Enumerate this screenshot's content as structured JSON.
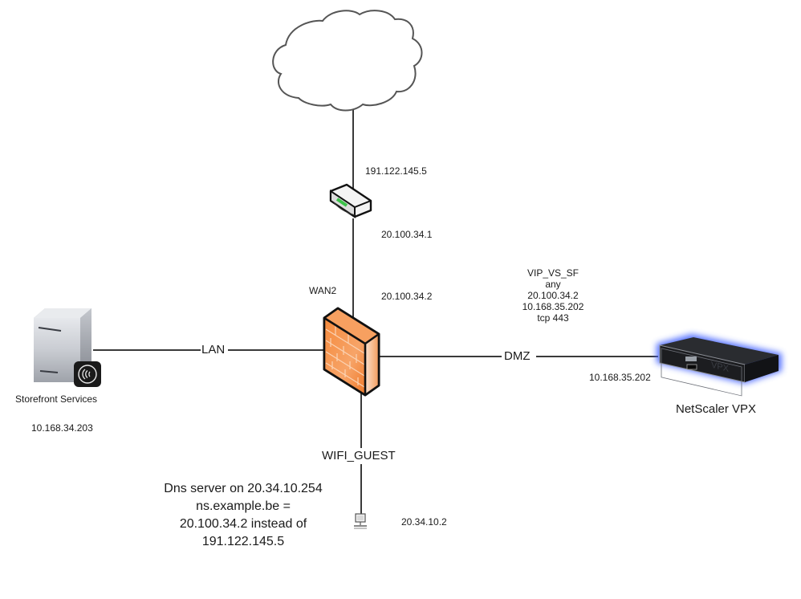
{
  "diagram": {
    "nodes": {
      "internet": {
        "label": "",
        "icon": "cloud-icon"
      },
      "router": {
        "icon": "router-icon",
        "ip_top": "191.122.145.5",
        "ip_bottom": "20.100.34.1"
      },
      "firewall": {
        "icon": "firewall-icon",
        "wan_label": "WAN2",
        "wan_ip": "20.100.34.2"
      },
      "storefront": {
        "icon": "server-icon",
        "badge_icon": "citrix-receiver-icon",
        "name": "Storefront Services",
        "ip": "10.168.34.203"
      },
      "netscaler": {
        "icon": "netscaler-appliance-icon",
        "name": "NetScaler VPX",
        "ip": "10.168.35.202"
      },
      "client": {
        "icon": "workstation-icon",
        "ip": "20.34.10.2"
      }
    },
    "links": {
      "lan": "LAN",
      "dmz": "DMZ",
      "wifi": "WIFI_GUEST"
    },
    "vip_rule": {
      "lines": [
        "VIP_VS_SF",
        "any",
        "20.100.34.2",
        "10.168.35.202",
        "tcp 443"
      ]
    },
    "dns_note": {
      "lines": [
        "Dns server on 20.34.10.254",
        "ns.example.be =",
        "20.100.34.2 instead of",
        "191.122.145.5"
      ]
    },
    "colors": {
      "line": "#3a3a3a",
      "firewall_orange": "#f07a2a",
      "netscaler_glow": "#3a5cff",
      "router_green": "#3cc24a"
    }
  }
}
